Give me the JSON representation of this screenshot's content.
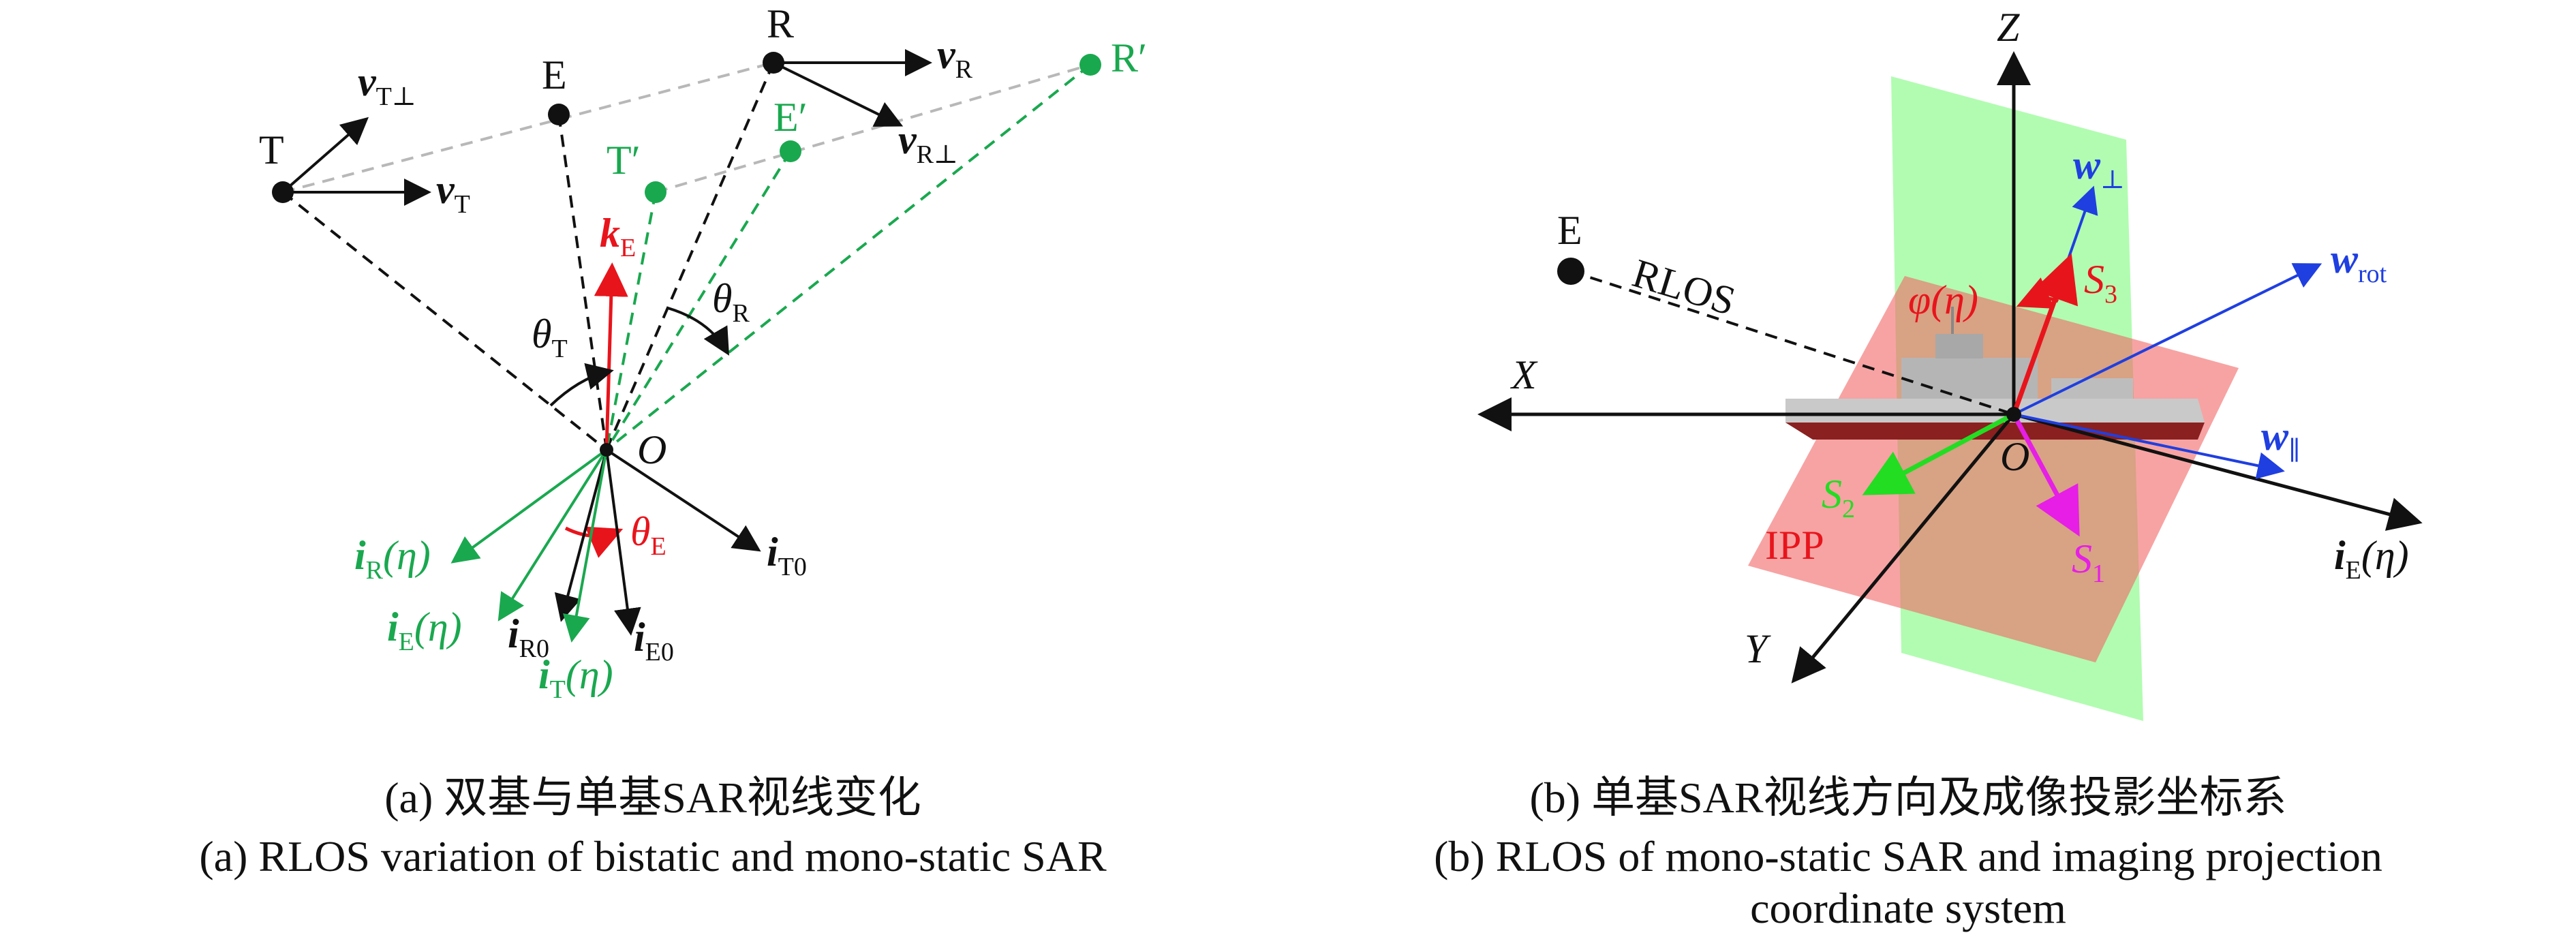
{
  "colors": {
    "black": "#111111",
    "green": "#1aa84f",
    "red": "#e8141c",
    "blue": "#1f3fe0",
    "magenta": "#e61ee6",
    "bright_green": "#22dd22",
    "grey_dash": "#b8b8b8",
    "plane_green": "#7dfa7d",
    "plane_red": "#f26666"
  },
  "panel_a": {
    "points": {
      "T": "T",
      "E": "E",
      "R": "R",
      "T_prime": "T′",
      "E_prime": "E′",
      "R_prime": "R′",
      "O": "O"
    },
    "vectors": {
      "v": "v",
      "sub_T_perp": "T⊥",
      "sub_T": "T",
      "sub_R": "R",
      "sub_R_perp": "R⊥",
      "k": "k",
      "sub_E": "E",
      "i": "i",
      "sub_T0": "T0",
      "sub_R0": "R0",
      "sub_E0": "E0",
      "eta_arg": "(η)"
    },
    "angles": {
      "theta": "θ",
      "sub_T": "T",
      "sub_R": "R",
      "sub_E": "E"
    },
    "caption_cn": "(a) 双基与单基SAR视线变化",
    "caption_en": "(a) RLOS variation of bistatic and mono-static SAR"
  },
  "panel_b": {
    "axes": {
      "Z": "Z",
      "X": "X",
      "Y": "Y",
      "O": "O"
    },
    "E": "E",
    "rlos": "RLOS",
    "phi": "φ(η)",
    "S": "S",
    "sub_1": "1",
    "sub_2": "2",
    "sub_3": "3",
    "w": "w",
    "sub_perp": "⊥",
    "sub_rot": "rot",
    "sub_par": "∥",
    "i": "i",
    "sub_E": "E",
    "eta_arg": "(η)",
    "ipp": "IPP",
    "caption_cn": "(b) 单基SAR视线方向及成像投影坐标系",
    "caption_en_1": "(b) RLOS of mono-static SAR and imaging projection",
    "caption_en_2": "coordinate system"
  }
}
